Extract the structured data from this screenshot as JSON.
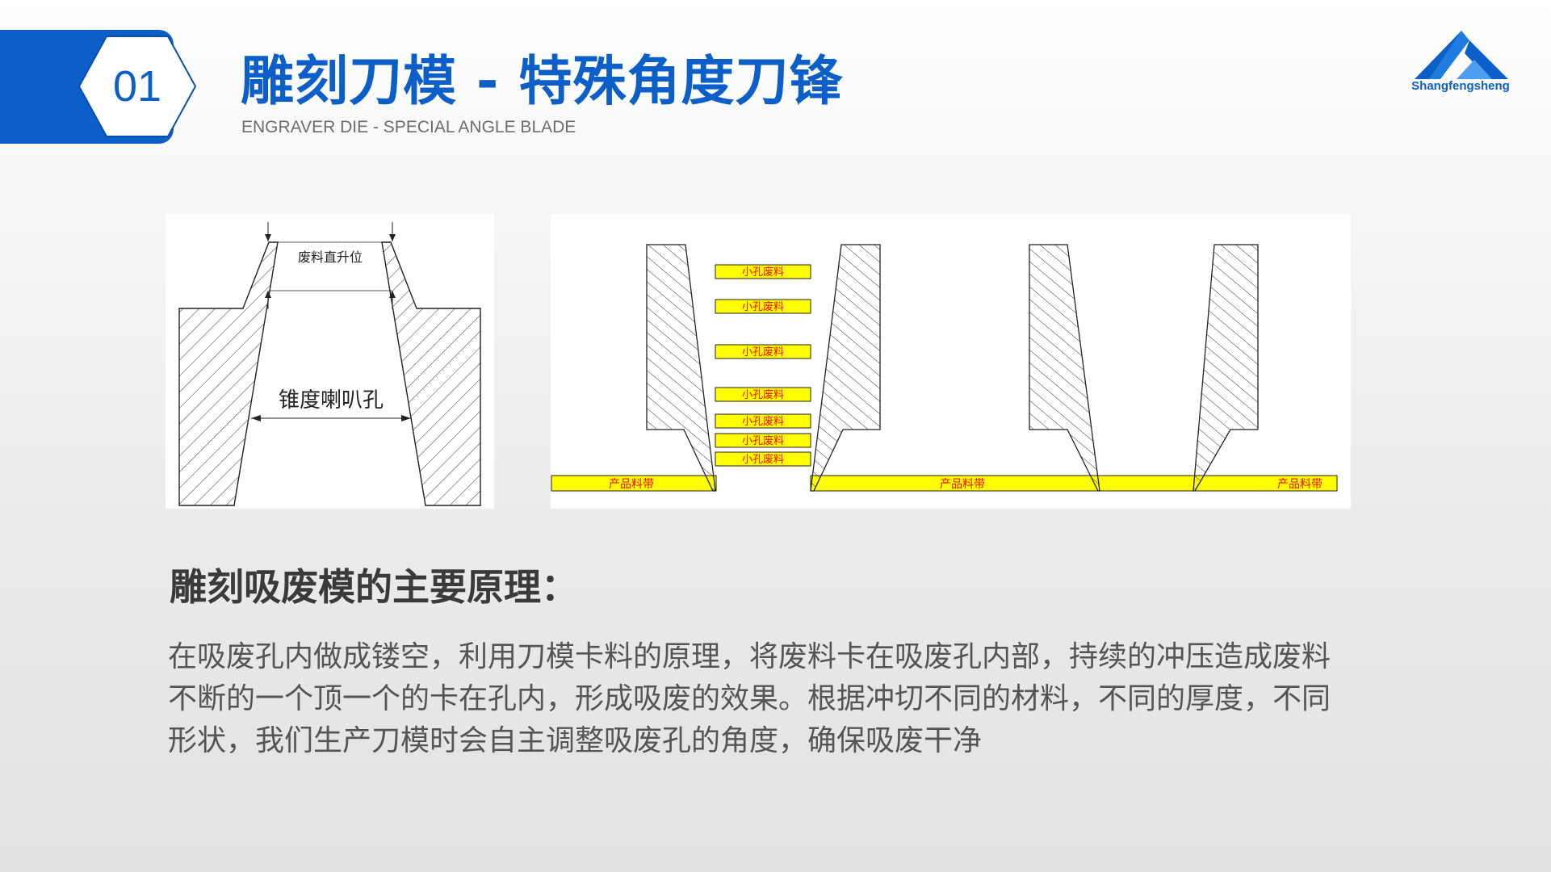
{
  "header": {
    "number": "01",
    "title": "雕刻刀模 - 特殊角度刀锋",
    "subtitle": "ENGRAVER DIE - SPECIAL ANGLE BLADE",
    "logo_text": "Shangfengsheng"
  },
  "diagram_left": {
    "top_label": "废料直升位",
    "center_label": "锥度喇叭孔"
  },
  "diagram_right": {
    "waste_labels": [
      "小孔废料",
      "小孔废料",
      "小孔废料",
      "小孔废料",
      "小孔废料",
      "小孔废料",
      "小孔废料"
    ],
    "strip_labels": [
      "产品料带",
      "产品料带",
      "产品料带"
    ]
  },
  "section": {
    "heading": "雕刻吸废模的主要原理：",
    "lines": [
      "在吸废孔内做成镂空，利用刀模卡料的原理，将废料卡在吸废孔内部，持续的冲压造成废料",
      "不断的一个顶一个的卡在孔内，形成吸废的效果。根据冲切不同的材料，不同的厚度，不同",
      "形状，我们生产刀模时会自主调整吸废孔的角度，确保吸废干净"
    ]
  },
  "colors": {
    "brand_blue": "#0c5fc9",
    "waste_yellow": "#ffff00",
    "label_red": "#ff0000"
  }
}
